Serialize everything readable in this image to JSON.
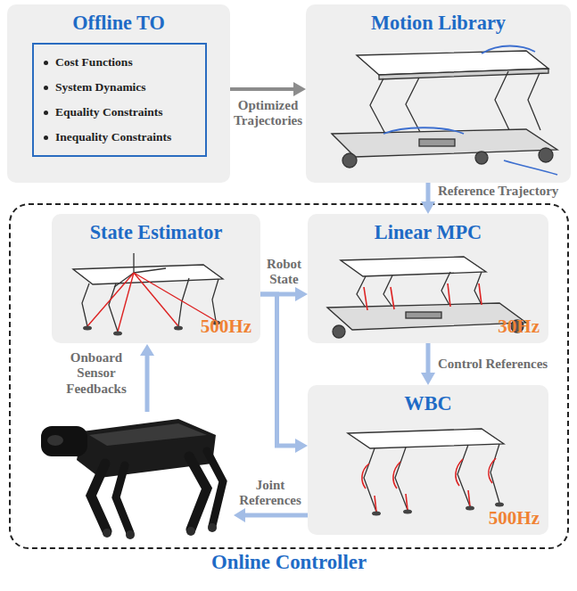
{
  "diagram": {
    "nodes": [
      {
        "text": [
          "Offline TO"
        ]
      },
      {
        "text": [
          "Cost Functions",
          "System Dynamics",
          "Equality Constraints",
          "Inequality Constraints"
        ],
        "in": 0
      },
      {
        "text": [
          "Motion Library"
        ]
      },
      {
        "text": [
          "Online Controller"
        ]
      },
      {
        "text": [
          "State Estimator",
          "500Hz"
        ],
        "in": 3
      },
      {
        "text": [
          "Linear MPC",
          "30Hz"
        ],
        "in": 3
      },
      {
        "text": [
          "WBC",
          "500Hz"
        ],
        "in": 3
      }
    ],
    "edges": [
      {
        "from": 0,
        "to": 2,
        "arrow": "to",
        "label": "Optimized Trajectories"
      },
      {
        "from": 2,
        "to": 5,
        "arrow": "to",
        "label": "Reference Trajectory"
      },
      {
        "from": 4,
        "to": 5,
        "arrow": "to",
        "label": "Robot State"
      },
      {
        "from": 4,
        "to": 6,
        "arrow": "to"
      },
      {
        "from": 5,
        "to": 6,
        "arrow": "to",
        "label": "Control References"
      }
    ],
    "labels": [
      "Onboard Sensor Feedbacks",
      "Joint References"
    ]
  }
}
